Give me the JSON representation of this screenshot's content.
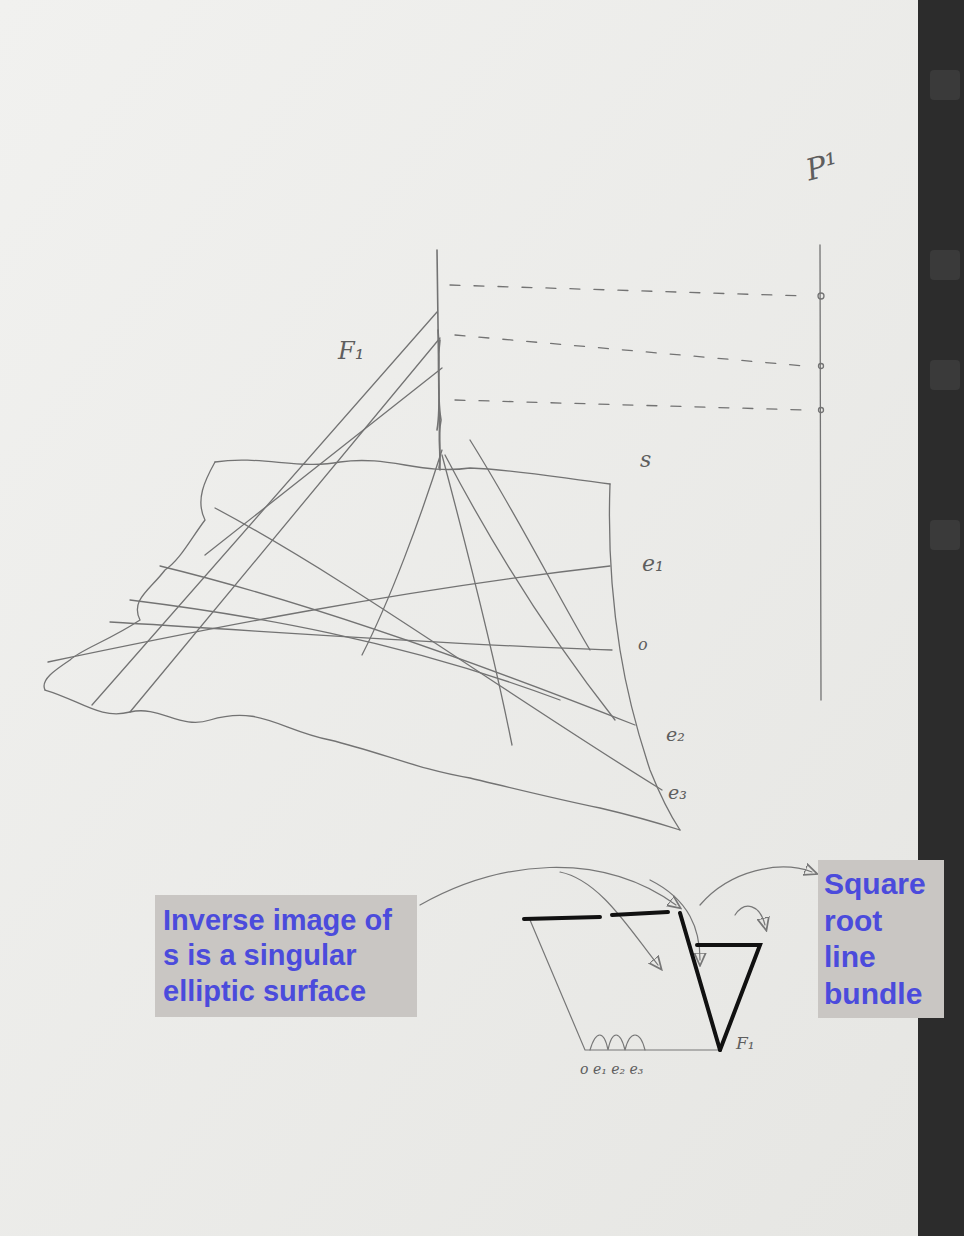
{
  "diagram": {
    "nodes": [
      {
        "text": [
          "Inverse image of s is a singular elliptic surface"
        ]
      },
      {
        "text": [
          "Square root line bundle"
        ]
      }
    ],
    "labels": [
      "P¹",
      "F₁",
      "s",
      "e₁",
      "o",
      "e₂",
      "e₃",
      "F₁",
      "o e₁ e₂ e₃"
    ]
  }
}
